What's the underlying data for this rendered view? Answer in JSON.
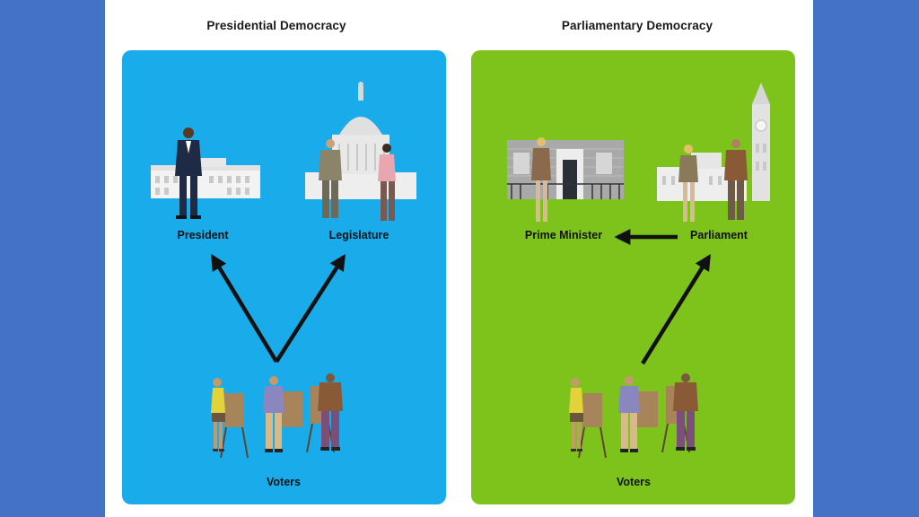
{
  "colors": {
    "background": "#4472c4",
    "slide": "#ffffff",
    "presidential_panel": "#1aabeb",
    "parliamentary_panel": "#7ec31c",
    "arrow": "#111111"
  },
  "presidential": {
    "title": "Presidential Democracy",
    "president_label": "President",
    "legislature_label": "Legislature",
    "voters_label": "Voters"
  },
  "parliamentary": {
    "title": "Parliamentary Democracy",
    "prime_minister_label": "Prime Minister",
    "parliament_label": "Parliament",
    "voters_label": "Voters"
  }
}
